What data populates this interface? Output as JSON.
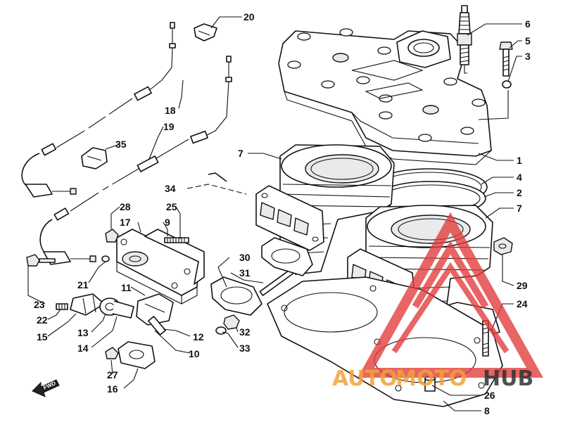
{
  "labels": [
    {
      "text": "1"
    },
    {
      "text": "2"
    },
    {
      "text": "3"
    },
    {
      "text": "4"
    },
    {
      "text": "5"
    },
    {
      "text": "6"
    },
    {
      "text": "7"
    },
    {
      "text": "7"
    },
    {
      "text": "8"
    },
    {
      "text": "9"
    },
    {
      "text": "10"
    },
    {
      "text": "11"
    },
    {
      "text": "12"
    },
    {
      "text": "13"
    },
    {
      "text": "14"
    },
    {
      "text": "15"
    },
    {
      "text": "16"
    },
    {
      "text": "17"
    },
    {
      "text": "18"
    },
    {
      "text": "19"
    },
    {
      "text": "20"
    },
    {
      "text": "21"
    },
    {
      "text": "22"
    },
    {
      "text": "23"
    },
    {
      "text": "24"
    },
    {
      "text": "25"
    },
    {
      "text": "26"
    },
    {
      "text": "27"
    },
    {
      "text": "28"
    },
    {
      "text": "29"
    },
    {
      "text": "30"
    },
    {
      "text": "31"
    },
    {
      "text": "32"
    },
    {
      "text": "33"
    },
    {
      "text": "34"
    },
    {
      "text": "35"
    }
  ],
  "forward_arrow": {
    "text": "FWD"
  },
  "watermark": {
    "part1": "AUTO",
    "part2": "MOTO",
    "part3": "HUB",
    "color_red": "#e23b3b",
    "color_orange": "#f2a33a",
    "color_dark": "#333333"
  },
  "icons": {
    "watermark_logo": "triangle-logo-icon",
    "direction": "fwd-arrow-icon"
  }
}
